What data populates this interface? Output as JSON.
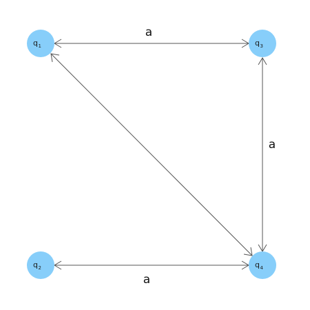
{
  "nodes": [
    {
      "id": "q1",
      "base": "q",
      "sub": "1",
      "color": "#87cefa"
    },
    {
      "id": "q2",
      "base": "q",
      "sub": "2",
      "color": "#87cefa"
    },
    {
      "id": "q3",
      "base": "q",
      "sub": "3",
      "color": "#87cefa"
    },
    {
      "id": "q4",
      "base": "q",
      "sub": "4",
      "color": "#87cefa"
    }
  ],
  "edges": [
    {
      "from": "q1",
      "to": "q3",
      "label": "a",
      "bidirectional": true
    },
    {
      "from": "q3",
      "to": "q4",
      "label": "a",
      "bidirectional": true
    },
    {
      "from": "q2",
      "to": "q4",
      "label": "a",
      "bidirectional": true
    },
    {
      "from": "q1",
      "to": "q4",
      "label": "",
      "bidirectional": true
    }
  ]
}
